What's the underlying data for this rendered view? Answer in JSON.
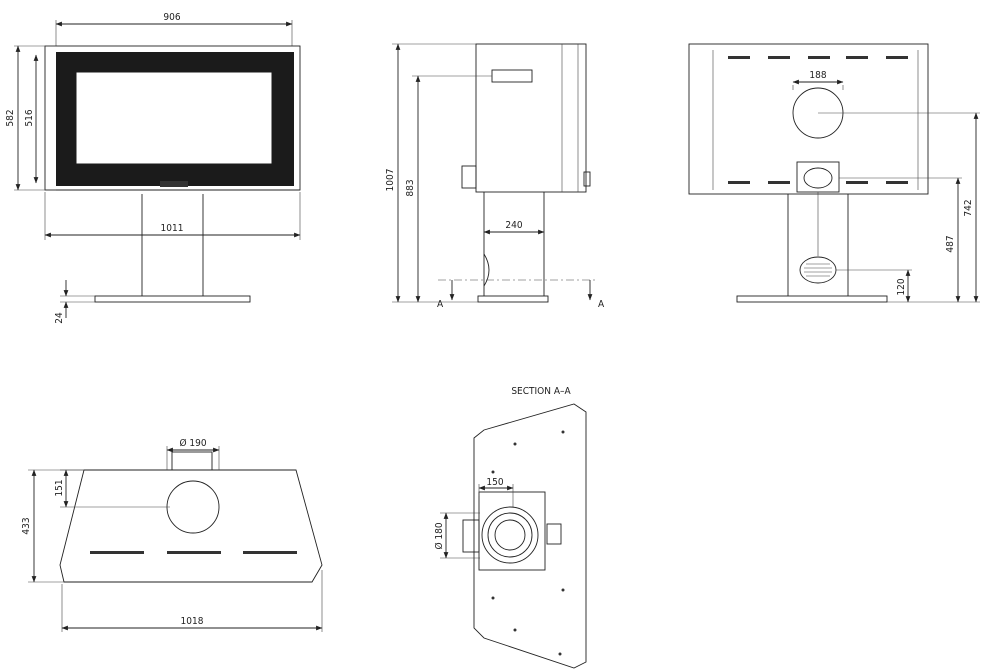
{
  "drawing": {
    "front_view": {
      "width_top": "906",
      "height_outer": "582",
      "height_glass": "516",
      "width_base": "1011",
      "base_offset": "24"
    },
    "side_view": {
      "height_total": "1007",
      "height_handle": "883",
      "column_width": "240",
      "section_mark_left": "A",
      "section_mark_right": "A"
    },
    "rear_view": {
      "flue_diameter_top": "188",
      "height_rear_outlet": "742",
      "height_column_outlet": "487",
      "height_vent": "120"
    },
    "top_view": {
      "flue_diameter": "Ø 190",
      "flue_offset": "151",
      "depth": "433",
      "width": "1018"
    },
    "section_view": {
      "title": "SECTION A–A",
      "flue_offset": "150",
      "duct_diameter": "Ø 180"
    }
  }
}
